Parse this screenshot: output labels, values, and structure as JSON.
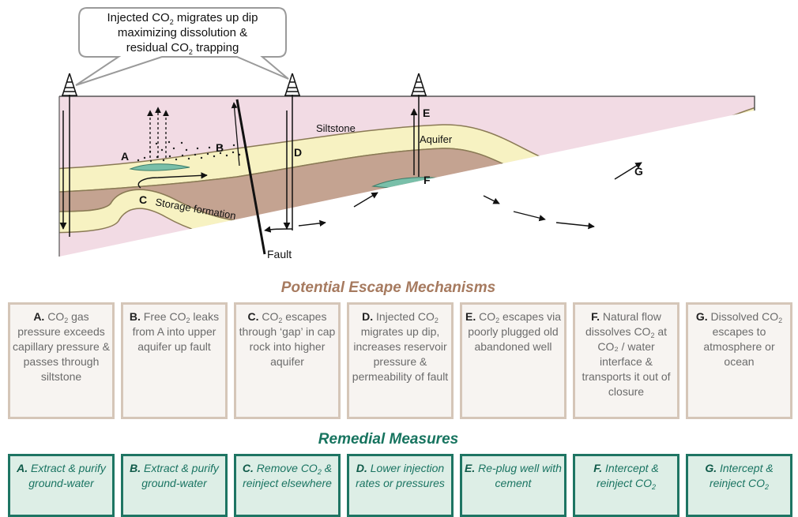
{
  "callout": {
    "line1a": "Injected CO",
    "line1sub": "2",
    "line1b": " migrates up dip",
    "line2": "maximizing dissolution &",
    "line3a": "residual CO",
    "line3sub": "2",
    "line3b": " trapping"
  },
  "diagram_labels": {
    "siltstone": "Siltstone",
    "aquifer": "Aquifer",
    "storage_formation": "Storage formation",
    "fault": "Fault",
    "A": "A",
    "B": "B",
    "C": "C",
    "D": "D",
    "E": "E",
    "F": "F",
    "G": "G"
  },
  "colors": {
    "siltstone": "#f2dbe4",
    "aquifer": "#f7f2c2",
    "mudstone": "#c4a391",
    "co2_plume": "#79bfa9",
    "escape_border": "#d5c6b8",
    "remedial_border": "#1e7563",
    "escape_heading": "#a67a5f",
    "remedial_heading": "#17745f"
  },
  "icons": [
    "well-derrick-icon",
    "well-derrick-icon",
    "well-derrick-icon"
  ],
  "escape_heading": "Potential Escape Mechanisms",
  "remedial_heading": "Remedial Measures",
  "escape": [
    {
      "letter": "A.",
      "a": " CO",
      "s": "2",
      "b": " gas pressure exceeds capillary pressure & passes through siltstone"
    },
    {
      "letter": "B.",
      "a": " Free CO",
      "s": "2",
      "b": " leaks from A into upper aquifer up fault"
    },
    {
      "letter": "C.",
      "a": " CO",
      "s": "2",
      "b": " escapes through ‘gap’ in cap rock into higher aquifer"
    },
    {
      "letter": "D.",
      "a": " Injected CO",
      "s": "2",
      "b": " migrates up dip, increases reservoir pressure & permeability of fault"
    },
    {
      "letter": "E.",
      "a": " CO",
      "s": "2",
      "b": " escapes via poorly plugged old abandoned well"
    },
    {
      "letter": "F.",
      "a": " Natural flow dissolves CO",
      "s": "2",
      "b": " at CO₂ / water interface & transports it out of closure"
    },
    {
      "letter": "G.",
      "a": " Dissolved CO",
      "s": "2",
      "b": " escapes to atmosphere or ocean"
    }
  ],
  "remedial": [
    {
      "letter": "A.",
      "a": " Extract & purify ground-water",
      "s": "",
      "b": ""
    },
    {
      "letter": "B.",
      "a": " Extract & purify ground-water",
      "s": "",
      "b": ""
    },
    {
      "letter": "C.",
      "a": " Remove CO",
      "s": "2",
      "b": " & reinject elsewhere"
    },
    {
      "letter": "D.",
      "a": " Lower injection rates or pressures",
      "s": "",
      "b": ""
    },
    {
      "letter": "E.",
      "a": " Re-plug well with cement",
      "s": "",
      "b": ""
    },
    {
      "letter": "F.",
      "a": " Intercept & reinject CO",
      "s": "2",
      "b": ""
    },
    {
      "letter": "G.",
      "a": " Intercept & reinject CO",
      "s": "2",
      "b": ""
    }
  ]
}
